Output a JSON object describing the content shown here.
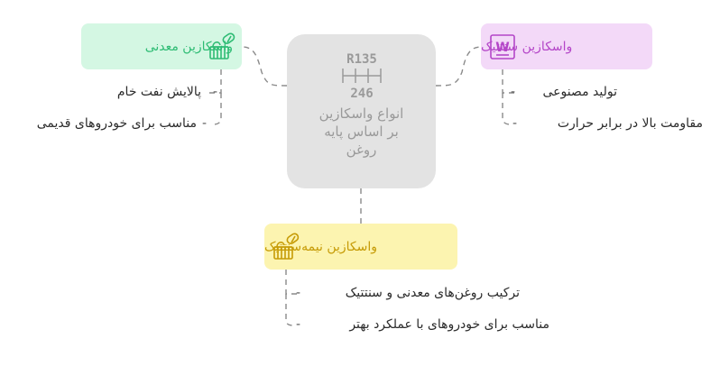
{
  "center": {
    "title_lines": [
      "انواع واسکازین",
      "بر اساس پایه",
      "روغن"
    ],
    "icon": "gear-shift-icon",
    "gear_top": "R135",
    "gear_bottom": "246"
  },
  "branches": {
    "mineral": {
      "label": "واسکازین معدنی",
      "icon": "oil-basket-icon",
      "items": [
        "پالایش نفت خام",
        "مناسب برای خودروهای قدیمی"
      ],
      "color": "#2ebc74",
      "bg": "#d4f7e3"
    },
    "synthetic": {
      "label": "واسکازین سنتتیک",
      "icon": "w-letter-icon",
      "items": [
        "تولید مصنوعی",
        "مقاومت بالا در برابر حرارت"
      ],
      "color": "#b446c8",
      "bg": "#f3d9f8"
    },
    "semi": {
      "label": "واسکازین نیمه‌سنتتیک",
      "icon": "oil-basket-icon",
      "items": [
        "ترکیب روغن‌های معدنی و سنتتیک",
        "مناسب برای خودروهای با عملکرد بهتر"
      ],
      "color": "#c69b06",
      "bg": "#fcf4b0"
    }
  },
  "connector_color": "#8a8a8a"
}
